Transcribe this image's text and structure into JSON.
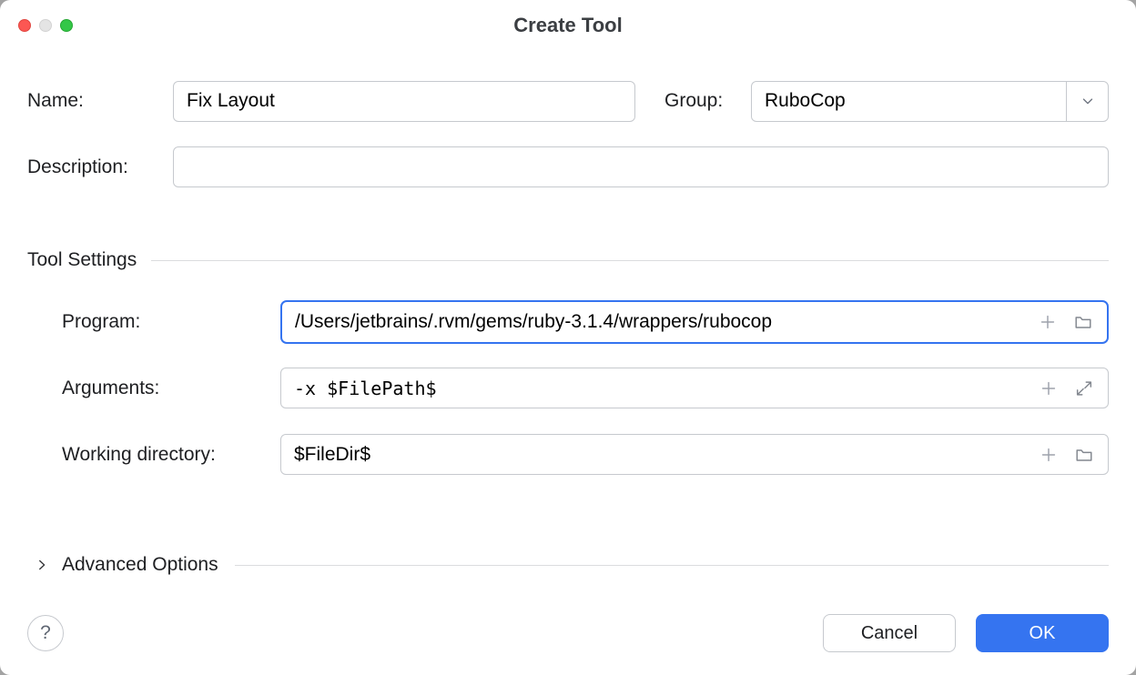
{
  "window": {
    "title": "Create Tool"
  },
  "form": {
    "name": {
      "label": "Name:",
      "value": "Fix Layout"
    },
    "group": {
      "label": "Group:",
      "value": "RuboCop"
    },
    "description": {
      "label": "Description:",
      "value": ""
    },
    "tool_settings_heading": "Tool Settings",
    "program": {
      "label": "Program:",
      "value": "/Users/jetbrains/.rvm/gems/ruby-3.1.4/wrappers/rubocop"
    },
    "arguments": {
      "label": "Arguments:",
      "value": "-x $FilePath$"
    },
    "working_directory": {
      "label": "Working directory:",
      "value": "$FileDir$"
    },
    "advanced_options_label": "Advanced Options"
  },
  "icons": {
    "group_dropdown": "chevron-down-icon",
    "field_add_macro": "plus-icon",
    "field_browse": "folder-icon",
    "field_expand": "expand-diagonal-icon",
    "advanced_toggle": "chevron-right-icon"
  },
  "footer": {
    "help_label": "?",
    "cancel_label": "Cancel",
    "ok_label": "OK"
  },
  "colors": {
    "accent_blue": "#3574F0",
    "focus_border": "#3574F0",
    "input_border": "#C6C9CE",
    "divider": "#DBDCDE",
    "traffic_red": "#FC5753",
    "traffic_middle": "#E4E4E4",
    "traffic_green": "#34C748"
  }
}
